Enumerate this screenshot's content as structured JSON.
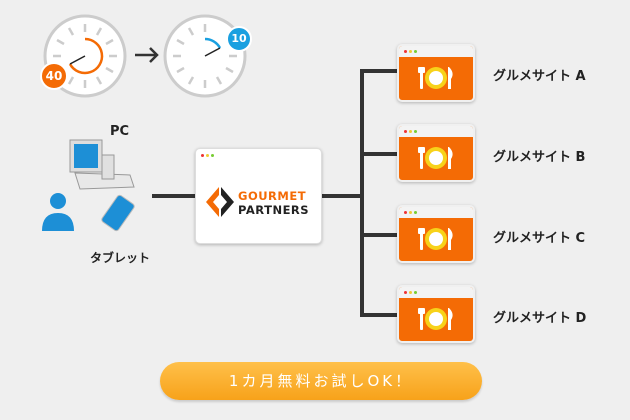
{
  "clocks": {
    "before_badge": "40",
    "after_badge": "10"
  },
  "devices": {
    "pc_label": "PC",
    "tablet_label": "タブレット"
  },
  "brand": {
    "line1": "GOURMET",
    "line2": "PARTNERS"
  },
  "sites": [
    {
      "label": "グルメサイト A"
    },
    {
      "label": "グルメサイト B"
    },
    {
      "label": "グルメサイト C"
    },
    {
      "label": "グルメサイト D"
    }
  ],
  "cta": {
    "label": "1カ月無料お試しOK！"
  },
  "colors": {
    "orange": "#f46b05",
    "blue": "#1aa0e0"
  }
}
